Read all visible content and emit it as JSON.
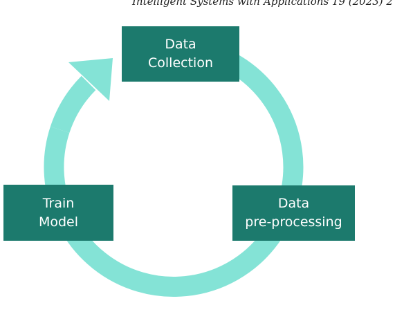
{
  "header": {
    "citation": "Intelligent Systems with Applications 19 (2023) 2"
  },
  "diagram": {
    "colors": {
      "ring": "#84e3d6",
      "box": "#1c7a6d",
      "text": "#ffffff"
    },
    "steps": [
      {
        "line1": "Data",
        "line2": "Collection"
      },
      {
        "line1": "Data",
        "line2": "pre-processing"
      },
      {
        "line1": "Train",
        "line2": "Model"
      }
    ]
  }
}
